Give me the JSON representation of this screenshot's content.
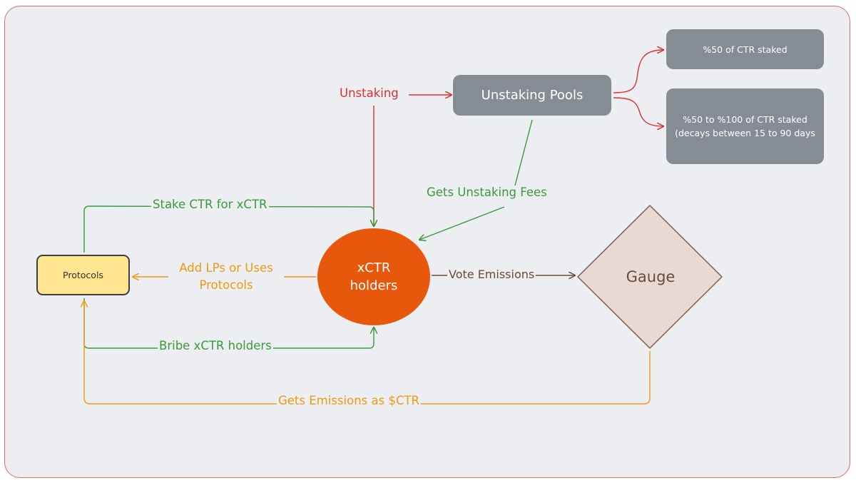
{
  "nodes": {
    "unstaking_pools": "Unstaking Pools",
    "pool_50": "%50 of CTR staked",
    "pool_50_100": "%50 to %100 of CTR staked (decays between 15 to 90 days",
    "protocols": "Protocols",
    "xctr_holders": "xCTR holders",
    "gauge": "Gauge"
  },
  "edges": {
    "unstaking": "Unstaking",
    "gets_unstaking_fees": "Gets Unstaking Fees",
    "stake_ctr": "Stake CTR for xCTR",
    "add_lps": "Add LPs or Uses Protocols",
    "vote_emissions": "Vote Emissions",
    "bribe": "Bribe xCTR holders",
    "gets_emissions": "Gets Emissions as $CTR"
  },
  "colors": {
    "frame_background": "#eceef1",
    "frame_border": "#e06a6a",
    "gray_box": "#868c94",
    "protocols_fill": "#ffe58f",
    "xctr_fill": "#e8580c",
    "gauge_fill": "#e8d9d3",
    "green": "#3a9a3a",
    "red": "#dc3030",
    "orange": "#ef9a12",
    "brown": "#6b4a3c"
  }
}
